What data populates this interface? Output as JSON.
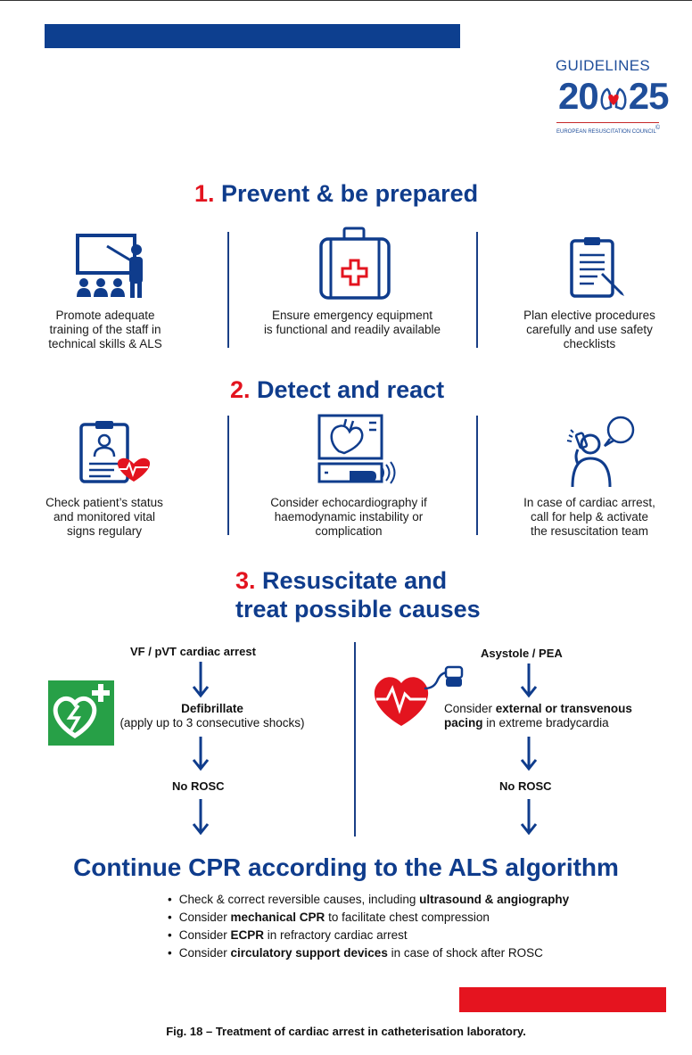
{
  "header": {
    "logo_top": "GUIDELINES",
    "logo_year_left": "20",
    "logo_year_right": "25",
    "logo_org": "EUROPEAN RESUSCITATION COUNCIL",
    "logo_copyright": "©"
  },
  "section1": {
    "number": "1.",
    "title": "Prevent & be prepared",
    "items": [
      {
        "icon": "teacher-training-icon",
        "text": "Promote adequate\ntraining of the staff in\ntechnical skills & ALS"
      },
      {
        "icon": "medical-kit-icon",
        "text": "Ensure emergency equipment\nis functional and readily available"
      },
      {
        "icon": "clipboard-checklist-icon",
        "text": "Plan elective procedures\ncarefully and use safety\nchecklists"
      }
    ]
  },
  "section2": {
    "number": "2.",
    "title": "Detect and react",
    "items": [
      {
        "icon": "patient-chart-heart-icon",
        "text": "Check patient’s status\nand monitored vital\nsigns regulary"
      },
      {
        "icon": "echocardiography-icon",
        "text": "Consider echocardiography if\nhaemodynamic instability or\ncomplication"
      },
      {
        "icon": "call-for-help-icon",
        "text": "In case of cardiac arrest,\ncall for help & activate\nthe resuscitation team"
      }
    ]
  },
  "section3": {
    "number": "3.",
    "title_line1": "Resuscitate and",
    "title_line2": "treat possible causes",
    "left": {
      "top_label": "VF / pVT cardiac arrest",
      "action_bold": "Defibrillate",
      "action_rest": "(apply up to 3 consecutive shocks)",
      "result": "No ROSC",
      "icon": "aed-icon"
    },
    "right": {
      "top_label": "Asystole / PEA",
      "action_pre": "Consider ",
      "action_bold1": "external or transvenous",
      "action_bold2": "pacing",
      "action_post": " in extreme bradycardia",
      "result": "No ROSC",
      "icon": "heart-pacemaker-icon"
    }
  },
  "conclusion": {
    "title": "Continue CPR according to the ALS algorithm",
    "bullets": [
      {
        "pre": "Check & correct reversible causes, including ",
        "bold": "ultrasound & angiography",
        "post": ""
      },
      {
        "pre": "Consider ",
        "bold": "mechanical CPR",
        "post": " to facilitate chest compression"
      },
      {
        "pre": "Consider ",
        "bold": "ECPR",
        "post": " in refractory cardiac arrest"
      },
      {
        "pre": "Consider ",
        "bold": "circulatory support devices",
        "post": " in case of shock after ROSC"
      }
    ]
  },
  "caption": "Fig. 18 – Treatment of cardiac arrest in catheterisation laboratory.",
  "colors": {
    "navy": "#0f3c8c",
    "red": "#e3141f",
    "aed_green": "#27a047"
  }
}
